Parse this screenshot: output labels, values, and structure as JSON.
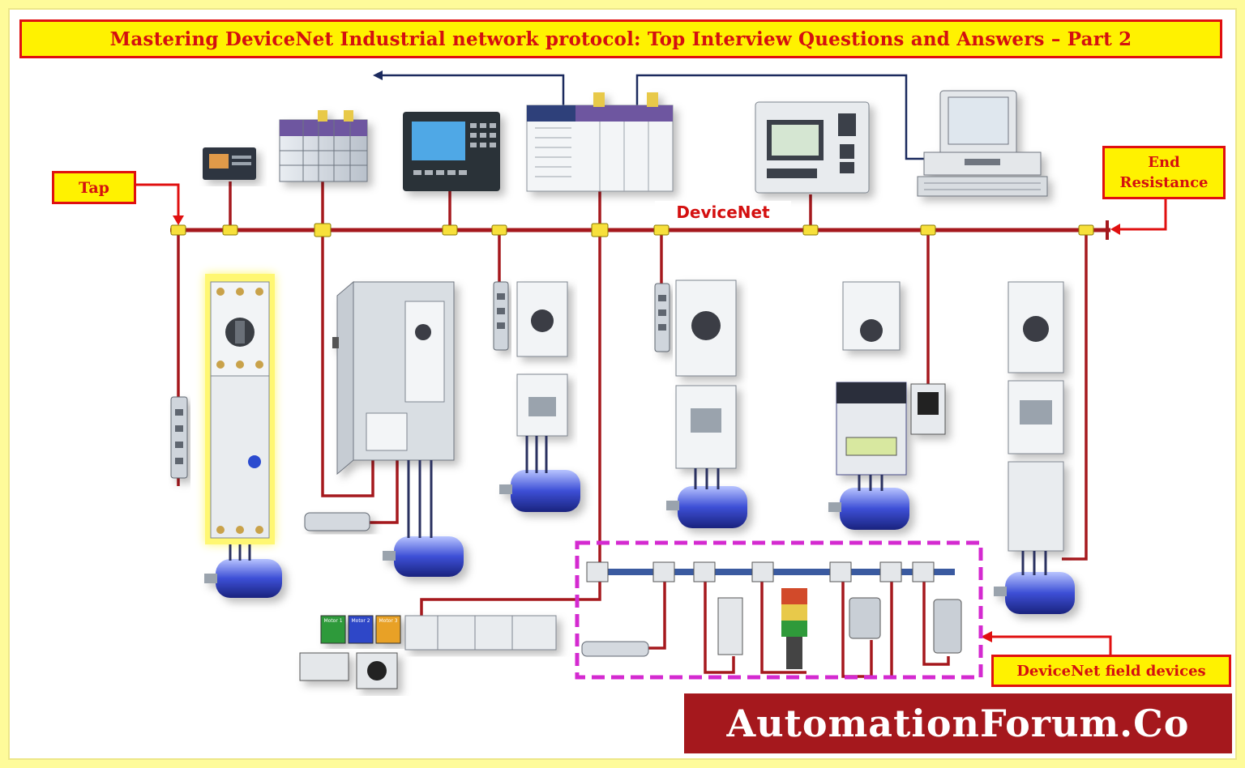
{
  "title": "Mastering DeviceNet Industrial network protocol: Top Interview Questions and Answers – Part 2",
  "callouts": {
    "tap": "Tap",
    "end_resistance_line1": "End",
    "end_resistance_line2": "Resistance",
    "field_devices": "DeviceNet field devices"
  },
  "bus_label": "DeviceNet",
  "brand": "AutomationForum.Co",
  "colors": {
    "title_bg": "#fff200",
    "title_text": "#d41010",
    "callout_border": "#e01010",
    "bus_line": "#a5181d",
    "field_group_border": "#d42ad0",
    "brand_bg": "#a5181d",
    "page_border": "#fefb9a"
  },
  "pilot_buttons": [
    "Motor 1",
    "Motor 2",
    "Motor 3"
  ]
}
